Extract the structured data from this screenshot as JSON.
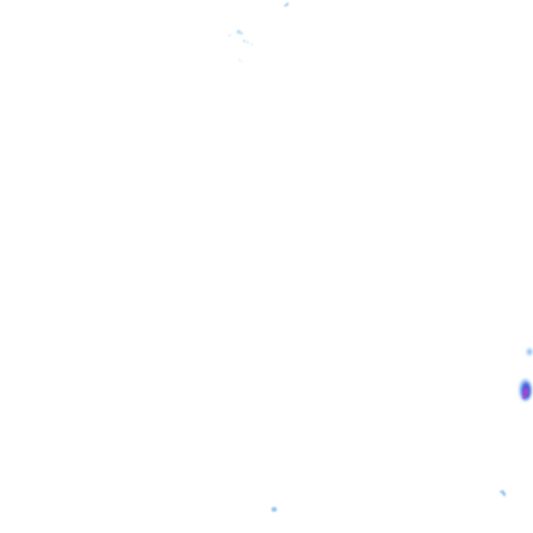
{
  "radar_layer": {
    "background_color": "#ffffff",
    "intensity_colors": {
      "very_light": "#a9d6f2",
      "light": "#7fb7ee",
      "moderate": "#5a78e8",
      "heavy": "#3d49d6",
      "intense": "#c23bd1"
    },
    "cells": [
      {
        "name": "echo-top-center",
        "level": "light"
      },
      {
        "name": "echo-upper-left-cluster",
        "level": "very_light"
      },
      {
        "name": "echo-upper-left-speck",
        "level": "very_light"
      },
      {
        "name": "echo-right-edge-small",
        "level": "light"
      },
      {
        "name": "echo-right-edge-storm",
        "level": "heavy"
      },
      {
        "name": "echo-right-edge-core",
        "level": "intense"
      },
      {
        "name": "echo-lower-right",
        "level": "light"
      },
      {
        "name": "echo-bottom-center",
        "level": "light"
      }
    ]
  }
}
